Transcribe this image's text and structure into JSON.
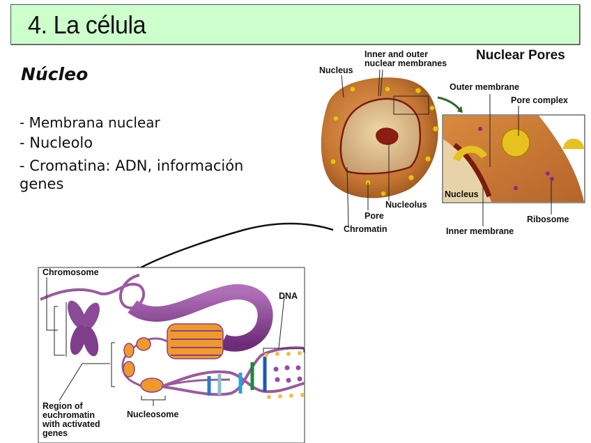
{
  "slide": {
    "title": "4. La célula",
    "subtitle": "Núcleo",
    "bullets": [
      "- Membrana nuclear",
      "- Nucleolo",
      "- Cromatina: ADN, información",
      "genes"
    ]
  },
  "nucleus_figure": {
    "heading": "Nuclear Pores",
    "labels": {
      "nucleus": "Nucleus",
      "membranes": [
        "Inner and outer",
        "nuclear membranes"
      ],
      "nucleolus": "Nucleolus",
      "pore": "Pore",
      "chromatin": "Chromatin"
    },
    "inset_labels": {
      "outer_membrane": "Outer membrane",
      "pore_complex": "Pore complex",
      "nucleus": "Nucleus",
      "ribosome": "Ribosome",
      "inner_membrane": "Inner membrane"
    }
  },
  "chromatin_figure": {
    "labels": {
      "chromosome": "Chromosome",
      "dna": "DNA",
      "nucleosome": "Nucleosome",
      "euchromatin": [
        "Region of",
        "euchromatin",
        "with activated",
        "genes"
      ]
    }
  },
  "colors": {
    "title_bg": "#ccffcc",
    "nucleus_brown": "#b8642a",
    "chromatin_purple": "#8a3d8f",
    "histone_orange": "#f09a2a"
  }
}
